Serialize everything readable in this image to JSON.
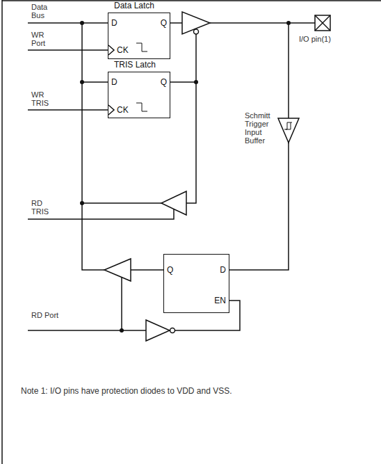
{
  "diagram": {
    "nodes": [
      {
        "text": [
          "Data Latch",
          "D",
          "Q",
          "CK"
        ]
      },
      {
        "text": [
          "TRIS Latch",
          "D",
          "Q",
          "CK"
        ]
      },
      {
        "text": [
          "Q",
          "D",
          "EN"
        ]
      }
    ],
    "labels": [
      "Data Bus",
      "WR Port",
      "WR TRIS",
      "RD TRIS",
      "RD Port",
      "I/O pin(1)",
      "Schmitt Trigger Input Buffer",
      "Note 1: I/O pins have protection diodes to VDD and VSS."
    ]
  }
}
